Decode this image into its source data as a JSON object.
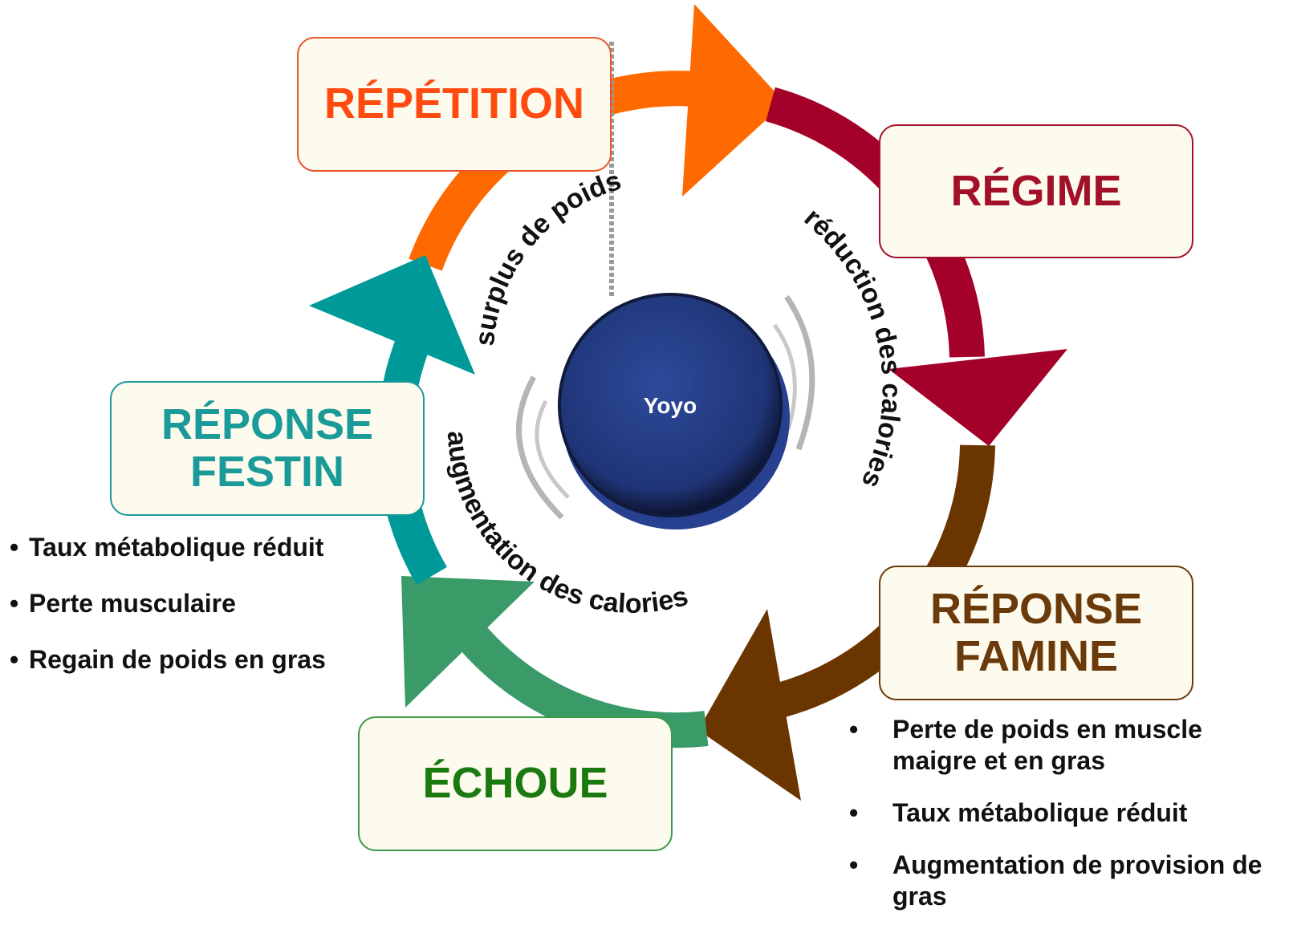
{
  "boxes": {
    "repetition": "RÉPÉTITION",
    "regime": "RÉGIME",
    "famine_1": "RÉPONSE",
    "famine_2": "FAMINE",
    "echoue": "ÉCHOUE",
    "festin_1": "RÉPONSE",
    "festin_2": "FESTIN"
  },
  "center_label": "Yoyo",
  "arc_labels": {
    "top": "surplus de poids",
    "right": "réduction des calories",
    "bottom": "augmentation des calories"
  },
  "festin_bullets": [
    "Taux métabolique réduit",
    "Perte musculaire",
    "Regain de poids en gras"
  ],
  "famine_bullets": [
    "Perte de poids en muscle maigre et en gras",
    "Taux métabolique réduit",
    "Augmentation de provision de gras"
  ],
  "bullet_char": "•",
  "colors": {
    "repetition": "#ff6a00",
    "regime": "#a3002a",
    "famine": "#6b3500",
    "echoue": "#3a9a68",
    "festin": "#00999a",
    "echoue_text": "#1a7a10",
    "festin_text": "#1a9a98",
    "famine_text": "#6b3a0a",
    "regime_text": "#a3102a",
    "repetition_text": "#ff4a10",
    "yoyo": "#27408f"
  }
}
